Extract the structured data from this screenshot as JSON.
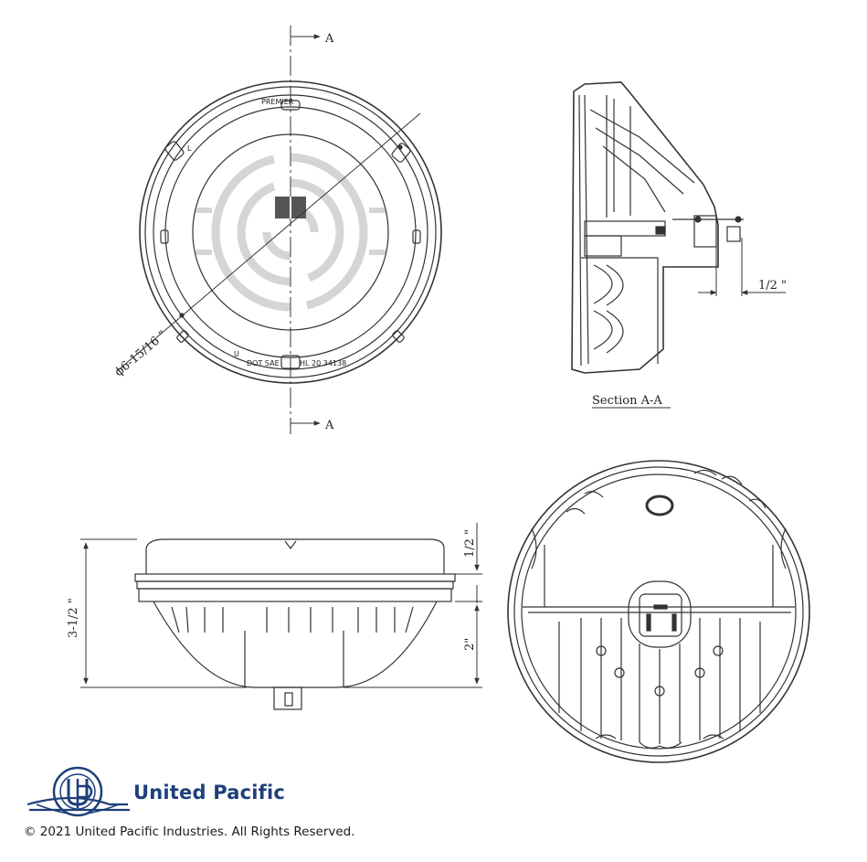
{
  "colors": {
    "line": "#333333",
    "brand_blue": "#1d3f7a"
  },
  "front_view": {
    "brand_mark": "PREMIER",
    "rim_marking_dot": "DOT SAE",
    "rim_marking_code": "HL 20 34138",
    "rim_marking_u": "U",
    "rim_marking_l": "L",
    "diameter_label": "ϕ6-15/16 \"",
    "section_label_top": "A",
    "section_label_bottom": "A"
  },
  "section_view": {
    "caption": "Section A-A",
    "dim_depth": "1/2 \""
  },
  "side_view": {
    "dim_total_height": "3-1/2 \"",
    "dim_top": "1/2 \"",
    "dim_bottom": "2\""
  },
  "footer": {
    "brand_name": "United Pacific",
    "logo_icon": "united-pacific-logo-icon",
    "copyright": "© 2021 United Pacific Industries. All Rights Reserved."
  }
}
